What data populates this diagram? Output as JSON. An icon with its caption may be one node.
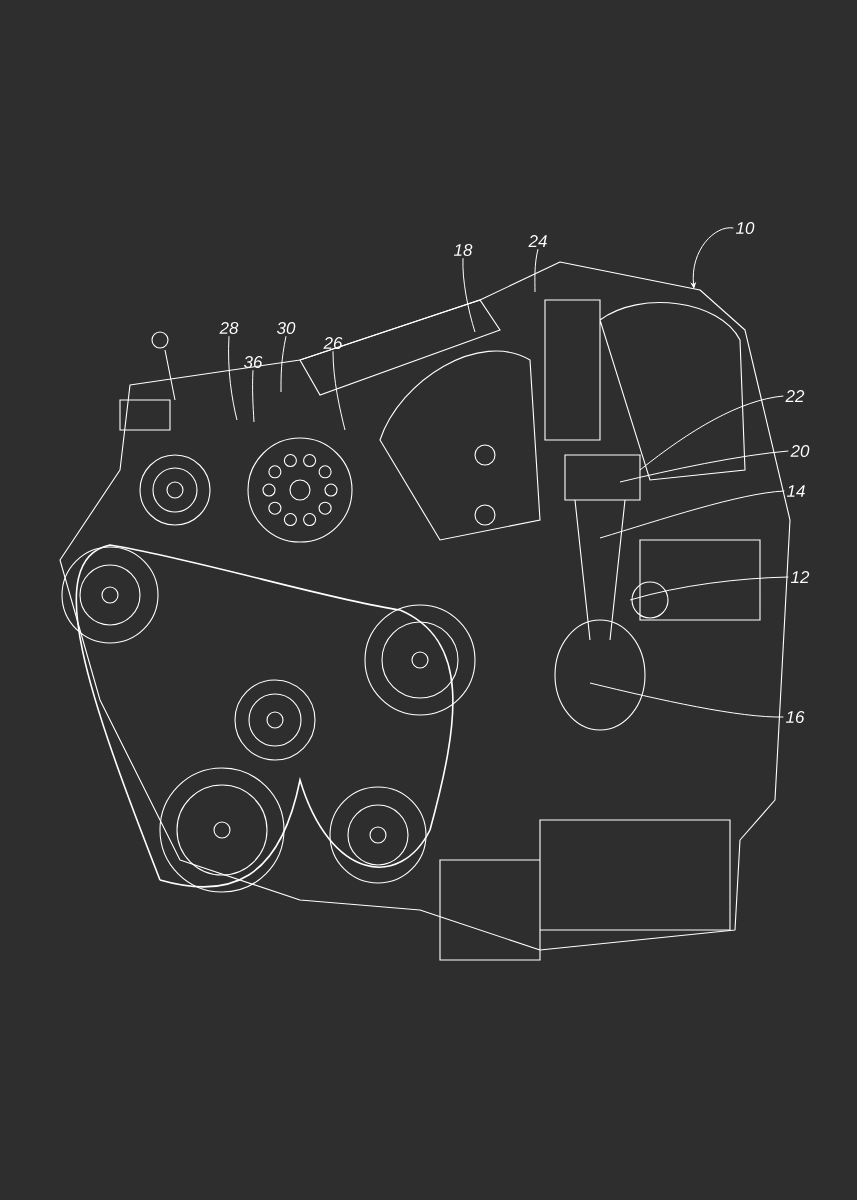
{
  "diagram": {
    "nodes": [
      {
        "text": [
          "10"
        ]
      },
      {
        "text": [
          "24"
        ]
      },
      {
        "text": [
          "18"
        ]
      },
      {
        "text": [
          "28"
        ]
      },
      {
        "text": [
          "30"
        ]
      },
      {
        "text": [
          "26"
        ]
      },
      {
        "text": [
          "36"
        ]
      },
      {
        "text": [
          "22"
        ]
      },
      {
        "text": [
          "20"
        ]
      },
      {
        "text": [
          "14"
        ]
      },
      {
        "text": [
          "12"
        ]
      },
      {
        "text": [
          "16"
        ]
      }
    ],
    "edges": [
      {
        "from": 0,
        "to": null,
        "arrow": "to"
      },
      {
        "from": 1,
        "to": null,
        "arrow": "none"
      },
      {
        "from": 2,
        "to": null,
        "arrow": "none"
      },
      {
        "from": 3,
        "to": null,
        "arrow": "none"
      },
      {
        "from": 4,
        "to": null,
        "arrow": "none"
      },
      {
        "from": 5,
        "to": null,
        "arrow": "none"
      },
      {
        "from": 6,
        "to": null,
        "arrow": "none"
      },
      {
        "from": 7,
        "to": null,
        "arrow": "none"
      },
      {
        "from": 8,
        "to": null,
        "arrow": "none"
      },
      {
        "from": 9,
        "to": null,
        "arrow": "none"
      },
      {
        "from": 10,
        "to": null,
        "arrow": "none"
      },
      {
        "from": 11,
        "to": null,
        "arrow": "none"
      }
    ]
  }
}
